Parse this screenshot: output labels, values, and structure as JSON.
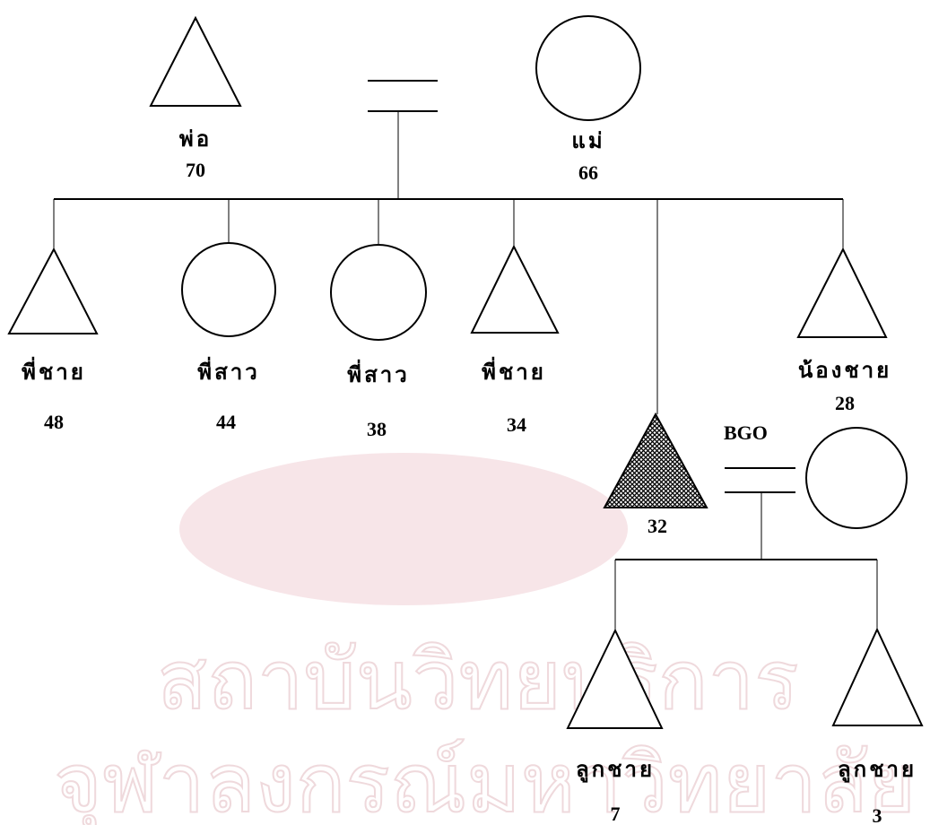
{
  "parents": {
    "father": {
      "relation": "พ่อ",
      "age": "70"
    },
    "mother": {
      "relation": "แม่",
      "age": "66"
    }
  },
  "siblings": [
    {
      "relation": "พี่ชาย",
      "age": "48"
    },
    {
      "relation": "พี่สาว",
      "age": "44"
    },
    {
      "relation": "พี่สาว",
      "age": "38"
    },
    {
      "relation": "พี่ชาย",
      "age": "34"
    },
    {
      "relation": "น้องชาย",
      "age": "28"
    }
  ],
  "proband": {
    "age": "32",
    "marriage_label": "BGO"
  },
  "children": [
    {
      "relation": "ลูกชาย",
      "age": "7"
    },
    {
      "relation": "ลูกชาย",
      "age": "3"
    }
  ],
  "watermark": {
    "line1": "สถาบันวิทยบริการ",
    "line2": "จุฬาลงกรณ์มหาวิทยาลัย",
    "color": "#efd9dc"
  },
  "colors": {
    "line": "#000000",
    "proband_fill": "#000000"
  }
}
